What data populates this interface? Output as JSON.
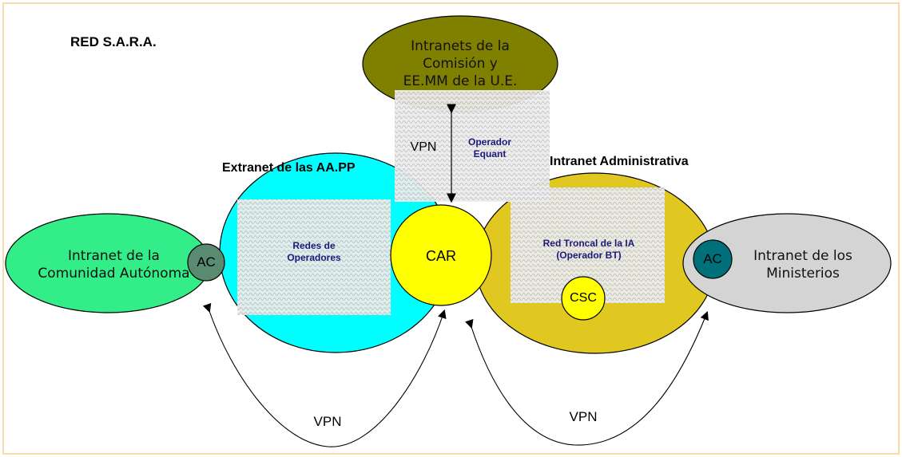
{
  "title": "RED S.A.R.A.",
  "regions": {
    "extranet_label": "Extranet de las AA.PP",
    "intranet_admin_label": "Intranet Administrativa"
  },
  "nodes": {
    "eu_intranets": "Intranets de la\nComisión y\nEE.MM de la U.E.",
    "intranet_ca": "Intranet de la\nComunidad Autónoma",
    "intranet_ministerios": "Intranet de los\nMinisterios",
    "ac_left": "AC",
    "ac_right": "AC",
    "car": "CAR",
    "csc": "CSC"
  },
  "clouds": {
    "redes_operadores": "Redes de\nOperadores",
    "operador_equant": "Operador\nEquant",
    "red_troncal": "Red Troncal de la IA\n(Operador BT)"
  },
  "vpn_labels": {
    "top": "VPN",
    "bottom_left": "VPN",
    "bottom_right": "VPN"
  },
  "colors": {
    "frame": "#fcd9a8",
    "eu_fill": "#808000",
    "extranet_fill": "#00ffff",
    "intranet_admin_fill": "#e0c820",
    "car_fill": "#ffff00",
    "intranet_ca_fill": "#33ee88",
    "ministerios_fill": "#d4d4d4",
    "ac_left_fill": "#5a8a70",
    "ac_right_fill": "#00707a"
  }
}
